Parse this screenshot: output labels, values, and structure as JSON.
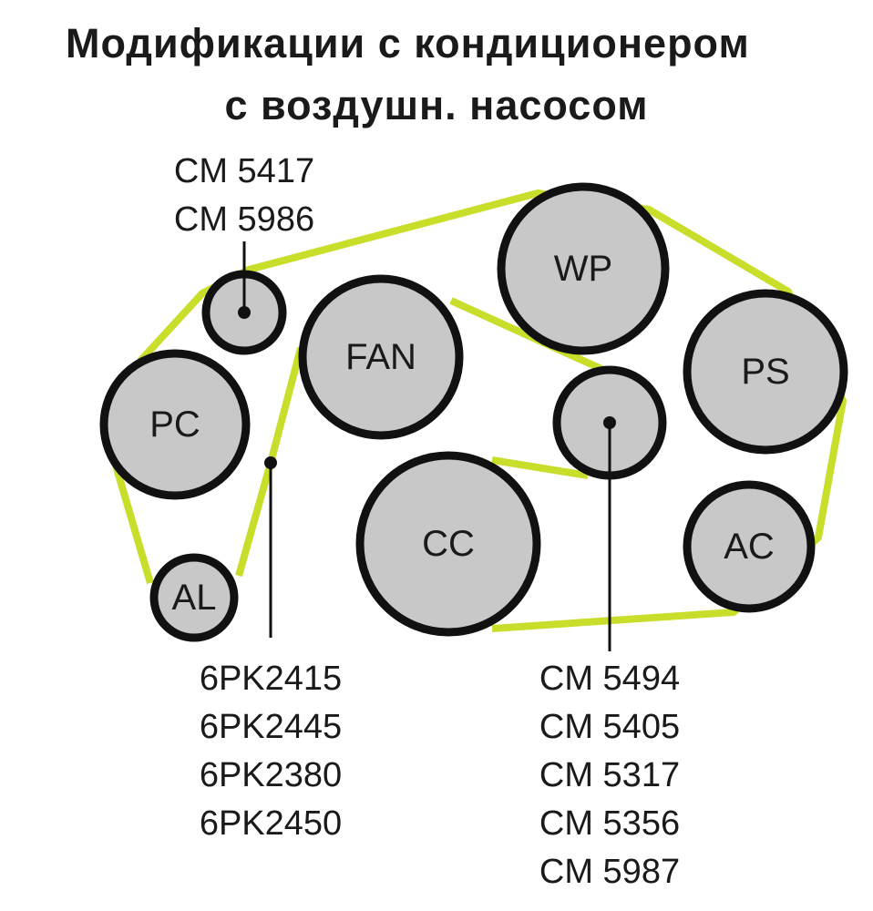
{
  "title": {
    "line1": "Модификации с кондиционером",
    "line2": "с воздушн. насосом"
  },
  "colors": {
    "belt": "#c8de2a",
    "pulley_fill": "#c8c8c8",
    "pulley_stroke": "#111111",
    "text": "#1a1a1a"
  },
  "pulleys": {
    "wp": "WP",
    "fan": "FAN",
    "ps": "PS",
    "pc": "PC",
    "cc": "CC",
    "ac": "AC",
    "al": "AL"
  },
  "tensioner_parts": [
    "CM 5417",
    "CM 5986"
  ],
  "belt_parts": [
    "6PK2415",
    "6PK2445",
    "6PK2380",
    "6PK2450"
  ],
  "idler_parts": [
    "CM 5494",
    "CM 5405",
    "CM 5317",
    "CM 5356",
    "CM 5987"
  ]
}
